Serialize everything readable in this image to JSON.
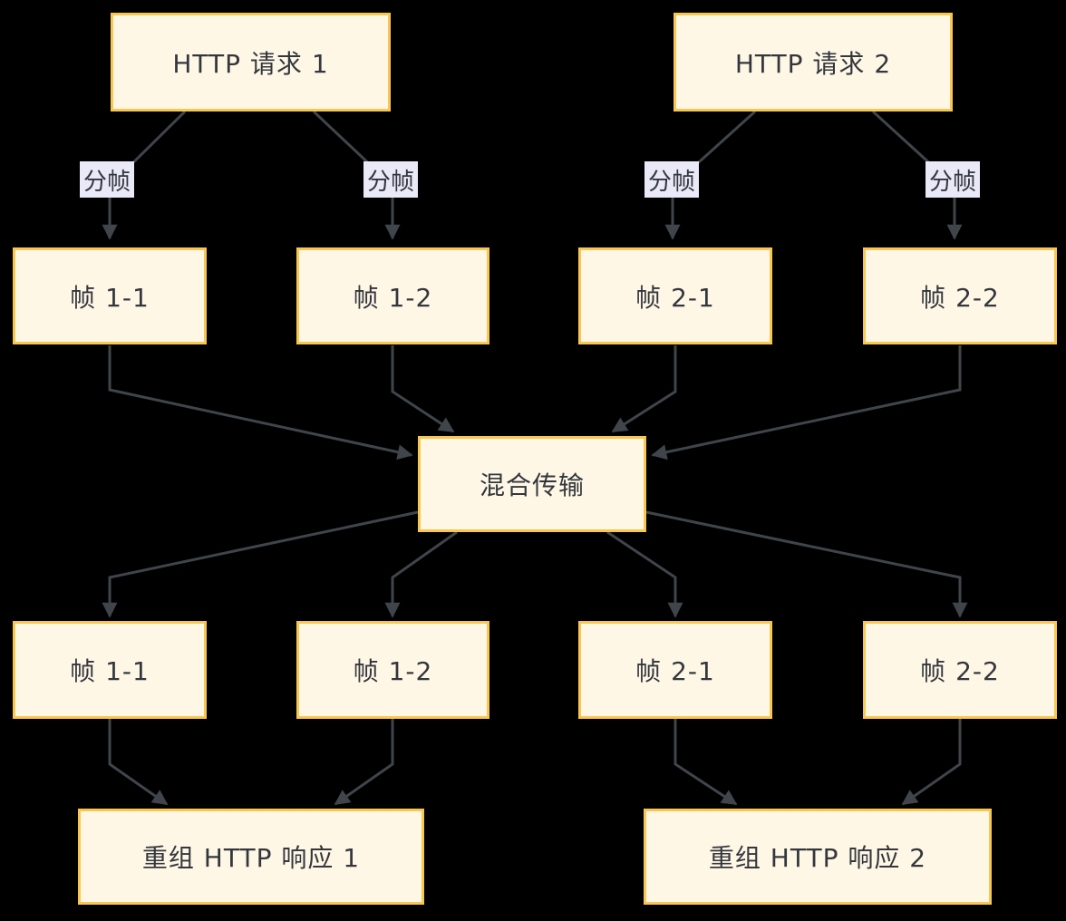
{
  "diagram": {
    "type": "flowchart",
    "colors": {
      "background": "#000000",
      "node_fill": "#FFF7E6",
      "node_border": "#F9C74F",
      "edge": "#3F454A",
      "edge_label_bg": "#E9E9F8",
      "text": "#33373D"
    },
    "nodes": {
      "request1": "HTTP 请求 1",
      "request2": "HTTP 请求 2",
      "frame11_top": "帧 1-1",
      "frame12_top": "帧 1-2",
      "frame21_top": "帧 2-1",
      "frame22_top": "帧 2-2",
      "mix": "混合传输",
      "frame11_bottom": "帧 1-1",
      "frame12_bottom": "帧 1-2",
      "frame21_bottom": "帧 2-1",
      "frame22_bottom": "帧 2-2",
      "response1": "重组 HTTP 响应 1",
      "response2": "重组 HTTP 响应 2"
    },
    "edge_labels": [
      "分帧",
      "分帧",
      "分帧",
      "分帧"
    ]
  }
}
